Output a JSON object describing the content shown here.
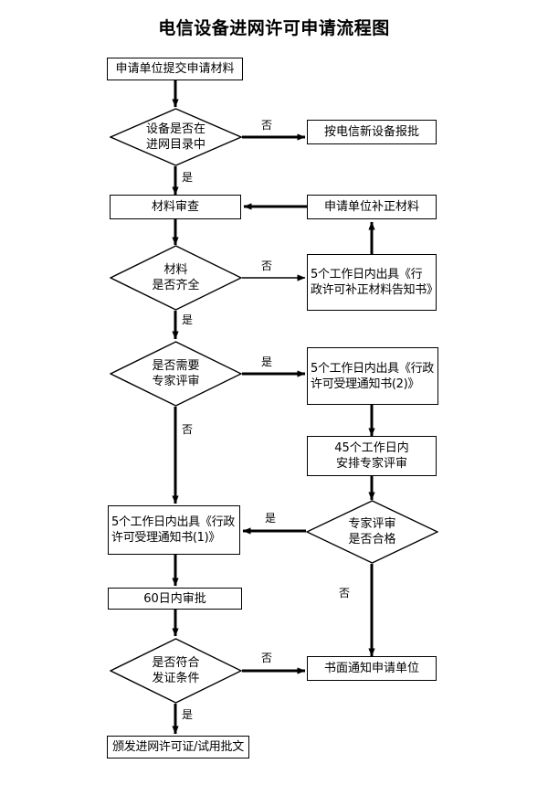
{
  "title": "电信设备进网许可申请流程图",
  "nodes": {
    "submit": "申请单位提交申请材料",
    "d_catalog": "设备是否在\n进网目录中",
    "new_equip": "按电信新设备报批",
    "review": "材料审查",
    "supplement": "申请单位补正材料",
    "d_complete": "材料\n是否齐全",
    "notice_supplement": "5个工作日内出具《行政许可补正材料告知书》",
    "d_expert_needed": "是否需要\n专家评审",
    "accept_notice_2": "5个工作日内出具《行政许可受理通知书(2)》",
    "arrange_expert": "45个工作日内\n安排专家评审",
    "d_expert_pass": "专家评审\n是否合格",
    "accept_notice_1": "5个工作日内出具《行政许可受理通知书(1)》",
    "approve_60": "60日内审批",
    "d_issue_cond": "是否符合\n发证条件",
    "written_notice": "书面通知申请单位",
    "issue_license": "颁发进网许可证/试用批文"
  },
  "edge_labels": {
    "catalog_no": "否",
    "catalog_yes": "是",
    "complete_no": "否",
    "complete_yes": "是",
    "expert_needed_yes": "是",
    "expert_needed_no": "否",
    "expert_pass_yes": "是",
    "expert_pass_no": "否",
    "issue_cond_no": "否",
    "issue_cond_yes": "是"
  },
  "colors": {
    "stroke": "#000000",
    "fill": "#ffffff",
    "text": "#000000"
  }
}
